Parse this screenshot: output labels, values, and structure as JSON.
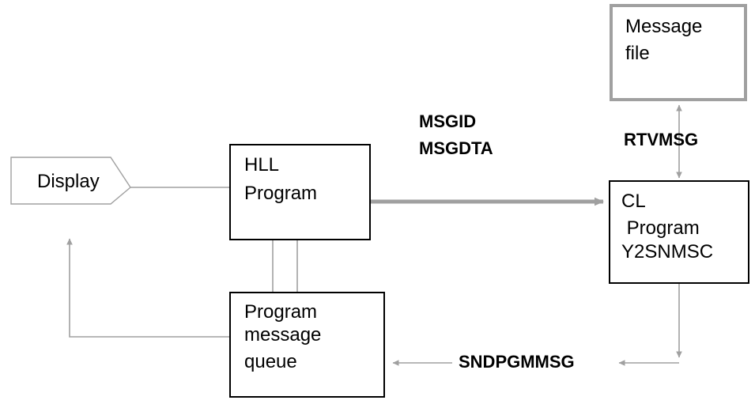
{
  "diagram": {
    "title": "HLL program and CL program message flow",
    "colors": {
      "box_border_black": "#000000",
      "box_border_gray": "#a0a0a0",
      "connector_thin": "#a0a0a0",
      "connector_thick": "#a0a0a0",
      "text": "#000000",
      "background": "#ffffff"
    },
    "nodes": [
      {
        "id": "display",
        "shape": "pentagon-arrow-right",
        "lines": [
          "Display"
        ],
        "border": "#a0a0a0"
      },
      {
        "id": "hll-program",
        "shape": "rectangle",
        "lines": [
          "HLL",
          "Program"
        ],
        "border": "#000000"
      },
      {
        "id": "program-message-queue",
        "shape": "rectangle",
        "lines": [
          "Program",
          "message",
          "queue"
        ],
        "border": "#000000"
      },
      {
        "id": "message-file",
        "shape": "rectangle",
        "lines": [
          "Message",
          "file"
        ],
        "border": "#a0a0a0"
      },
      {
        "id": "cl-program",
        "shape": "rectangle",
        "lines": [
          "CL",
          " Program",
          "Y2SNMSC"
        ],
        "border": "#000000"
      }
    ],
    "edge_labels": [
      {
        "id": "msgid-msgdta",
        "lines": [
          "MSGID",
          "MSGDTA"
        ],
        "attached_edge": "hll-program-to-cl-program"
      },
      {
        "id": "rtvmsg",
        "lines": [
          "RTVMSG"
        ],
        "attached_edge": "cl-program-to-message-file"
      },
      {
        "id": "sndpgmmsg",
        "lines": [
          "SNDPGMMSG"
        ],
        "attached_edge": "cl-program-to-program-message-queue"
      }
    ],
    "edges": [
      {
        "id": "display-to-hll-program",
        "from": "display",
        "to": "hll-program",
        "style": "thin",
        "arrow": "none"
      },
      {
        "id": "hll-program-to-cl-program",
        "from": "hll-program",
        "to": "cl-program",
        "style": "thick",
        "arrow": "end",
        "label": "MSGID MSGDTA"
      },
      {
        "id": "cl-program-to-message-file",
        "from": "cl-program",
        "to": "message-file",
        "style": "thin",
        "arrow": "both",
        "label": "RTVMSG"
      },
      {
        "id": "cl-program-to-program-message-queue",
        "from": "cl-program",
        "to": "program-message-queue",
        "style": "thin",
        "arrow": "both-left",
        "label": "SNDPGMMSG"
      },
      {
        "id": "hll-program-to-program-message-queue",
        "from": "hll-program",
        "to": "program-message-queue",
        "style": "thin-double",
        "arrow": "none"
      },
      {
        "id": "program-message-queue-to-display",
        "from": "program-message-queue",
        "to": "display",
        "style": "thin",
        "arrow": "end"
      }
    ]
  },
  "labels": {
    "display": "Display",
    "hll_line1": "HLL",
    "hll_line2": "Program",
    "queue_line1": "Program",
    "queue_line2": "message",
    "queue_line3": "queue",
    "msgfile_line1": "Message",
    "msgfile_line2": "file",
    "cl_line1": "CL",
    "cl_line2": " Program",
    "cl_line3": "Y2SNMSC",
    "msgid": "MSGID",
    "msgdta": "MSGDTA",
    "rtvmsg": "RTVMSG",
    "sndpgmmsg": "SNDPGMMSG"
  }
}
